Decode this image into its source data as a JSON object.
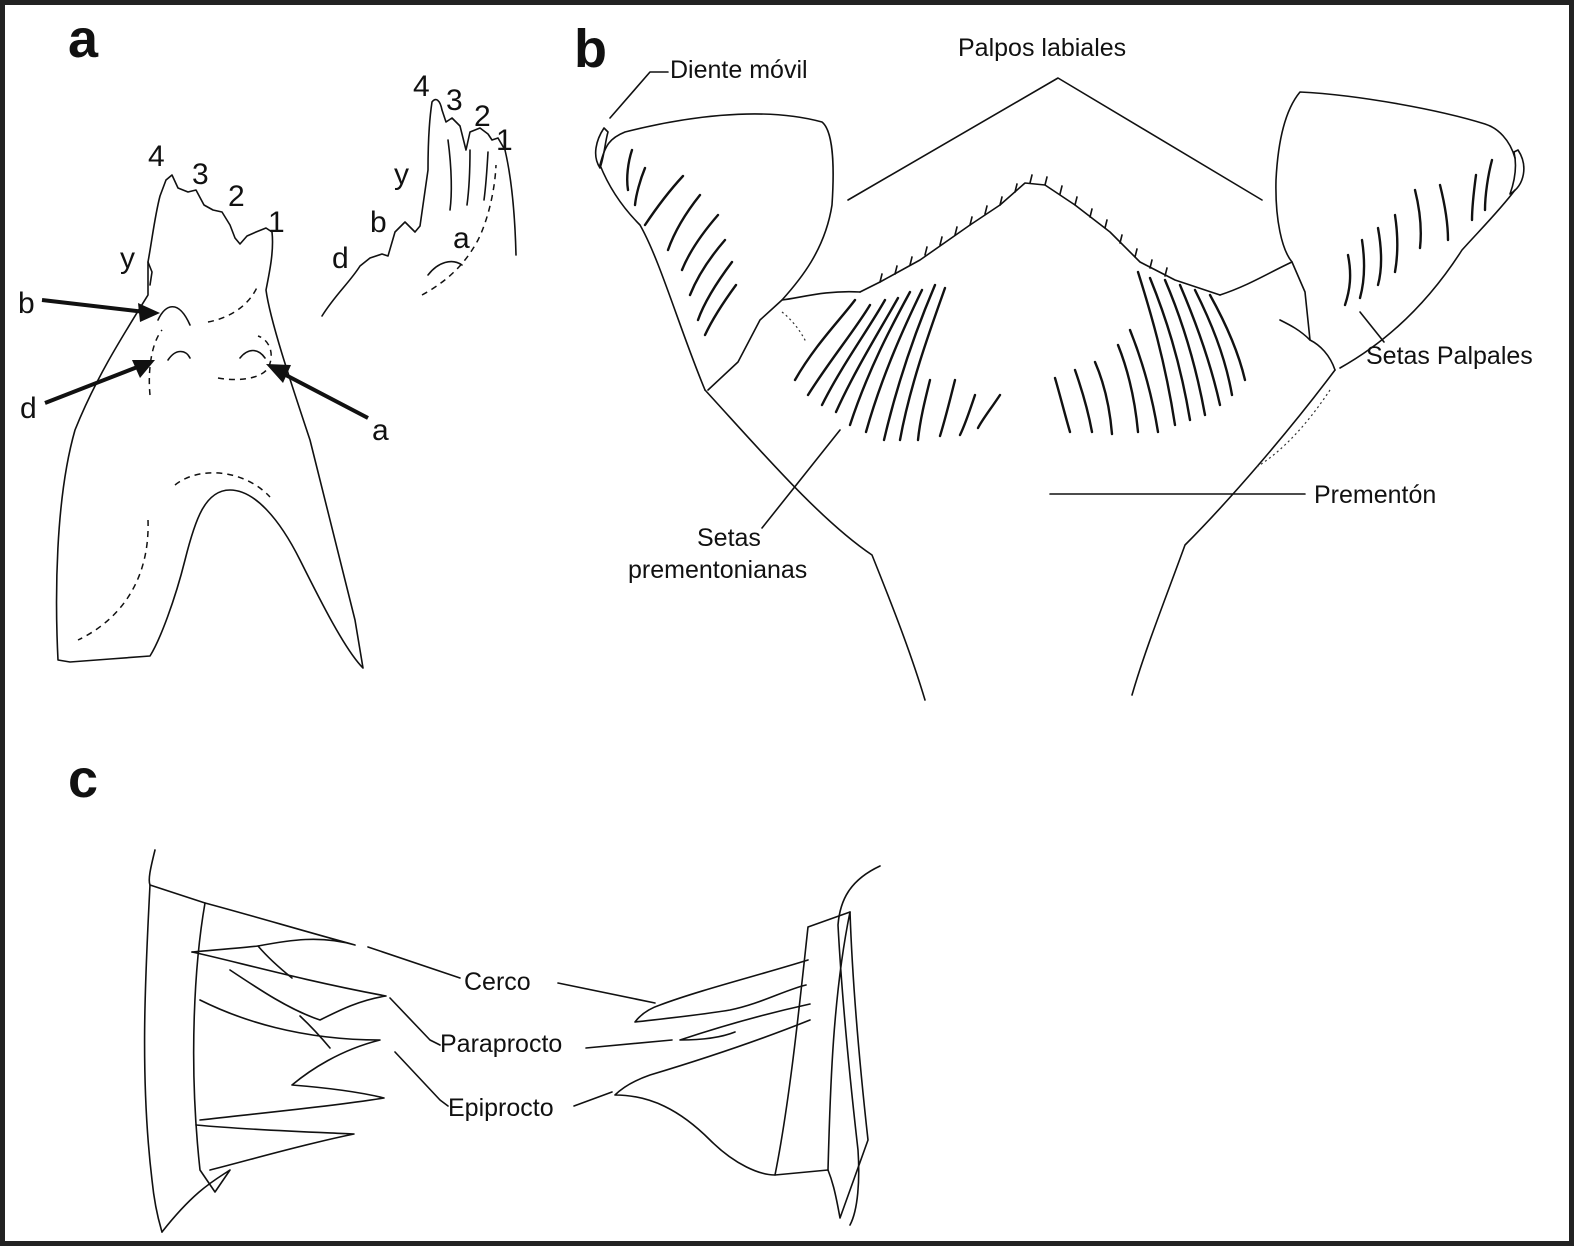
{
  "panels": {
    "a": {
      "letter": "a",
      "teeth": [
        "4",
        "3",
        "2",
        "1",
        "y"
      ],
      "arrow_labels": [
        "b",
        "d",
        "a"
      ],
      "inset_teeth": [
        "4",
        "3",
        "2",
        "1",
        "y"
      ],
      "inset_labels": [
        "b",
        "d",
        "a"
      ]
    },
    "b": {
      "letter": "b",
      "labels": {
        "diente": "Diente móvil",
        "palpos": "Palpos labiales",
        "setas_palpales": "Setas Palpales",
        "prementon": "Prementón",
        "setas_prem_1": "Setas",
        "setas_prem_2": "prementonianas"
      }
    },
    "c": {
      "letter": "c",
      "labels": {
        "cerco": "Cerco",
        "paraprocto": "Paraprocto",
        "epiprocto": "Epiprocto"
      }
    }
  }
}
